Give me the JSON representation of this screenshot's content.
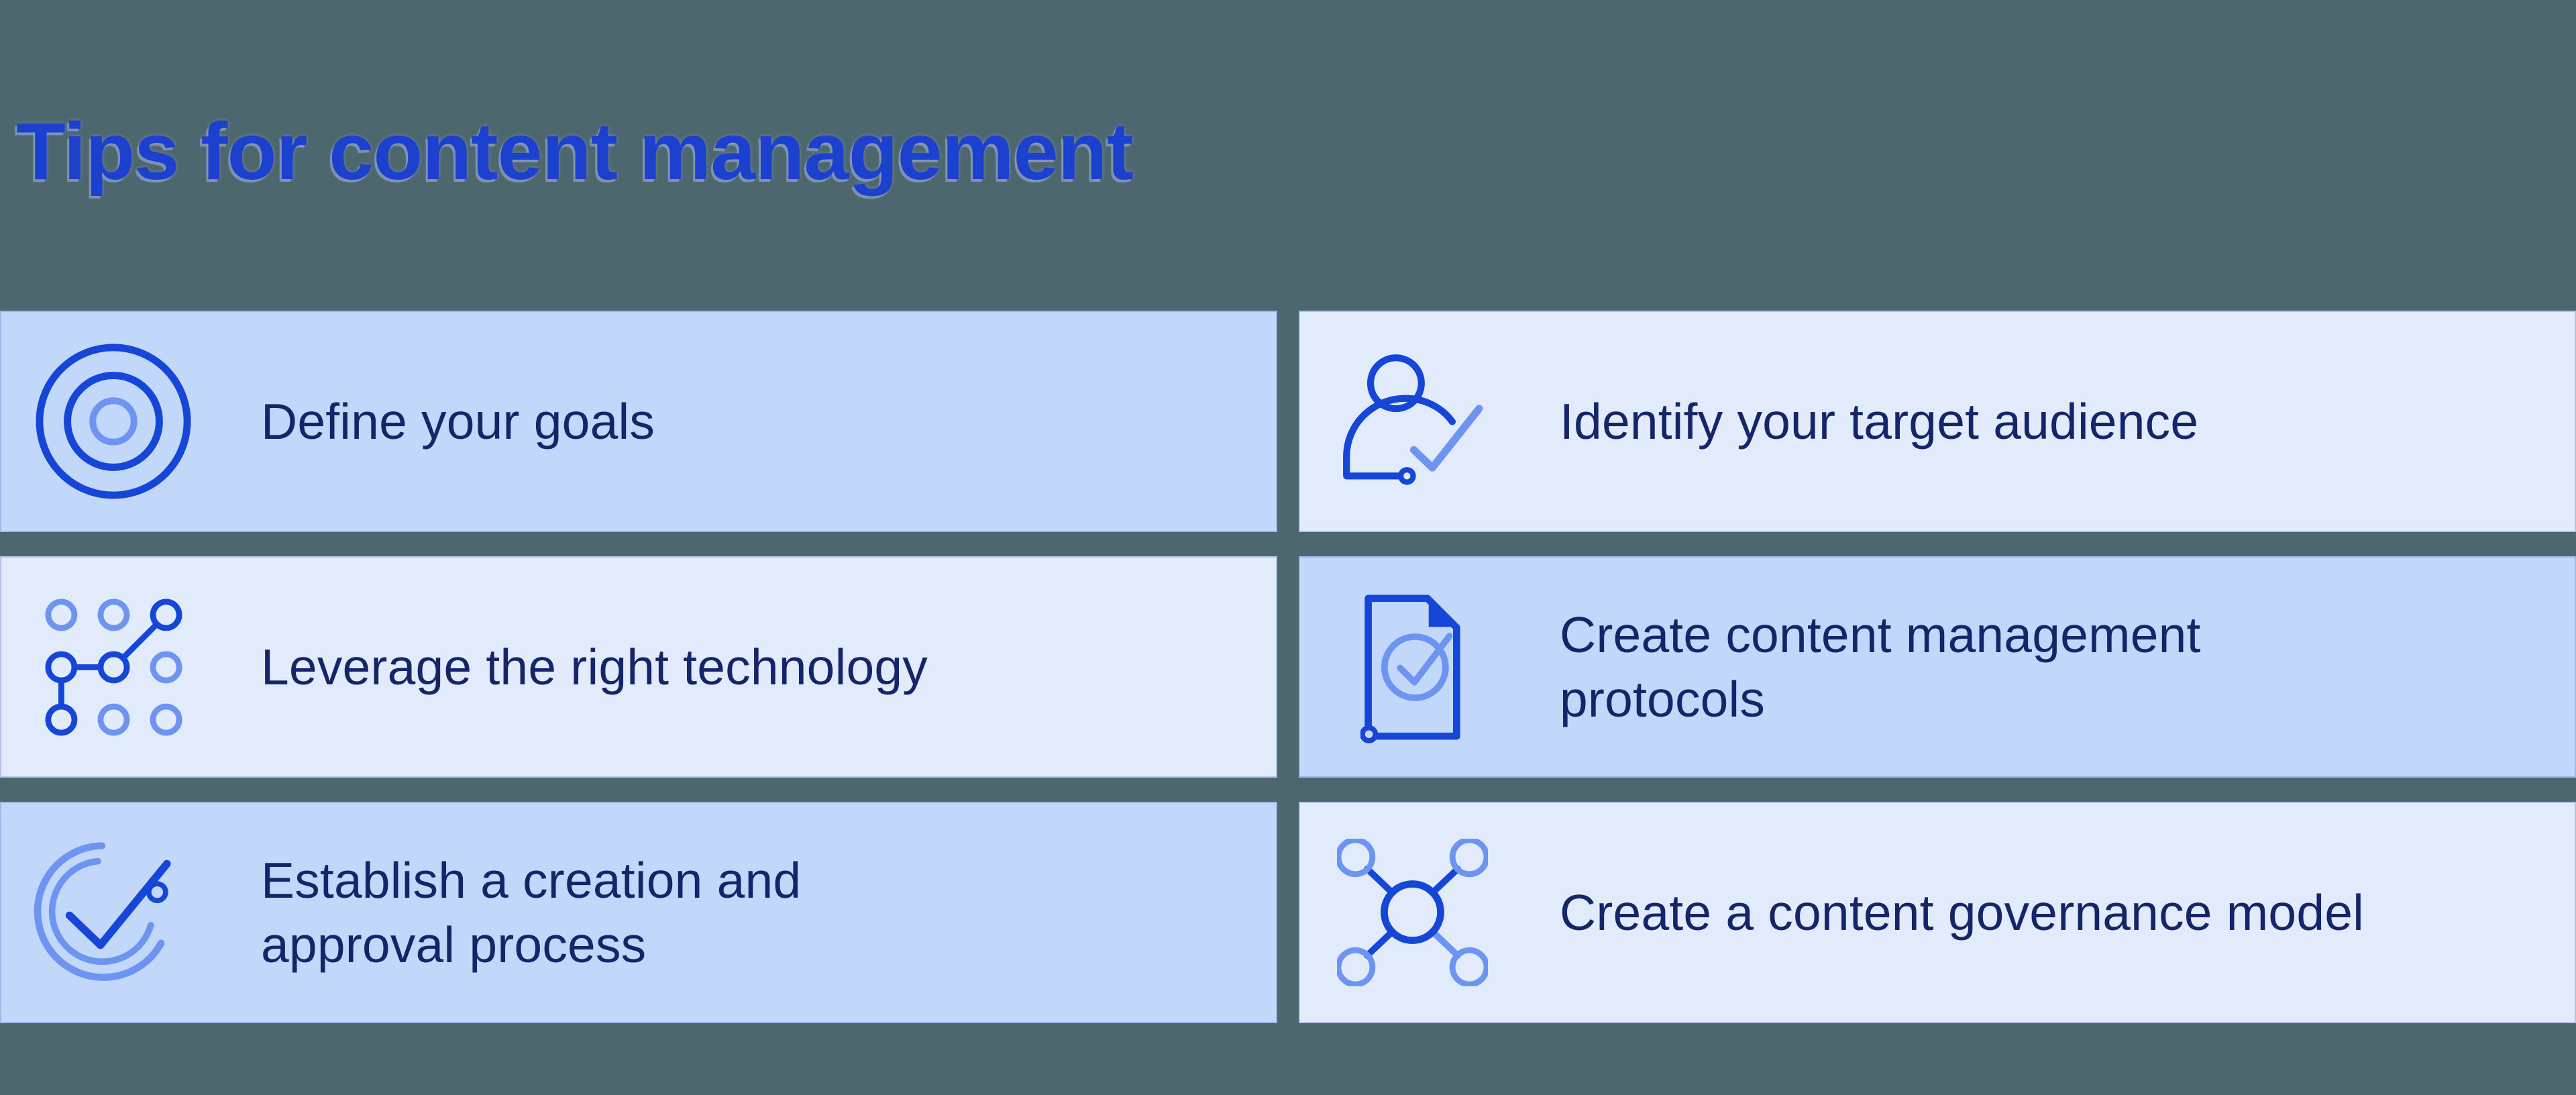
{
  "page": {
    "title": "Tips for content management"
  },
  "colors": {
    "page_background": "#4D676F",
    "title_blue": "#1C41CE",
    "tile_medium_blue": "#C2D8FB",
    "tile_light_blue": "#E2EBFC",
    "tile_text_navy": "#142669",
    "icon_dark_blue": "#1546D8",
    "icon_light_blue": "#6E94F2"
  },
  "tiles": [
    {
      "label": "Define your goals",
      "icon": "target-icon",
      "shade": "medium"
    },
    {
      "label": "Identify your target audience",
      "icon": "person-check-icon",
      "shade": "light"
    },
    {
      "label": "Leverage the right technology",
      "icon": "connected-nodes-icon",
      "shade": "light"
    },
    {
      "label": "Create content management\nprotocols",
      "icon": "document-check-icon",
      "shade": "medium"
    },
    {
      "label": "Establish a creation and\napproval process",
      "icon": "circular-check-icon",
      "shade": "medium"
    },
    {
      "label": "Create a content governance model",
      "icon": "network-icon",
      "shade": "light"
    }
  ]
}
